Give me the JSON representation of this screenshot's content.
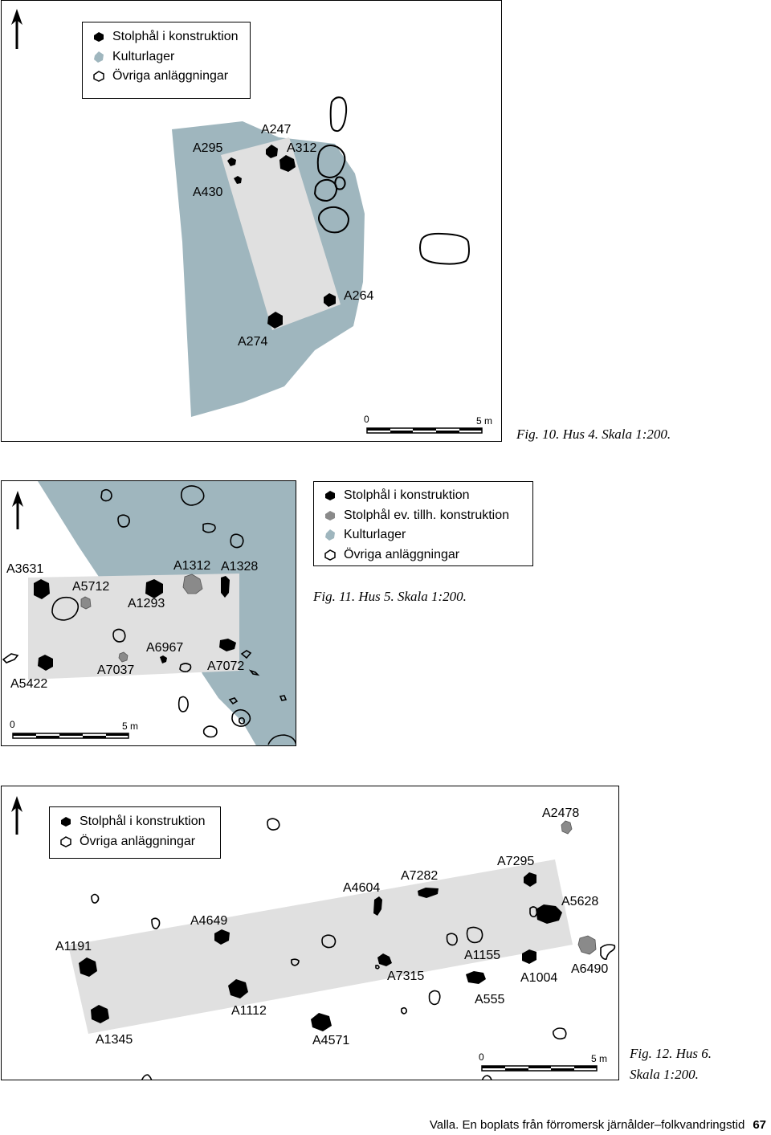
{
  "colors": {
    "kulturlager": "#9fb6be",
    "house_area": "#e0e0e0",
    "possible_post": "#8a8a8a",
    "post": "#000000"
  },
  "fig10": {
    "caption": "Fig. 10. Hus 4. Skala 1:200.",
    "legend": [
      {
        "icon": "filled-post-icon",
        "label": "Stolphål i konstruktion"
      },
      {
        "icon": "culture-layer-icon",
        "label": "Kulturlager"
      },
      {
        "icon": "outline-feature-icon",
        "label": "Övriga anläggningar"
      }
    ],
    "labels": {
      "A295": "A295",
      "A247": "A247",
      "A312": "A312",
      "A430": "A430",
      "A264": "A264",
      "A274": "A274"
    },
    "scale": {
      "start": "0",
      "end": "5 m"
    }
  },
  "fig11": {
    "caption": "Fig. 11. Hus 5. Skala 1:200.",
    "legend": [
      {
        "icon": "filled-post-icon",
        "label": "Stolphål i konstruktion"
      },
      {
        "icon": "grey-post-icon",
        "label": "Stolphål ev. tillh. konstruktion"
      },
      {
        "icon": "culture-layer-icon",
        "label": "Kulturlager"
      },
      {
        "icon": "outline-feature-icon",
        "label": "Övriga anläggningar"
      }
    ],
    "labels": {
      "A3631": "A3631",
      "A5712": "A5712",
      "A1312": "A1312",
      "A1328": "A1328",
      "A1293": "A1293",
      "A6967": "A6967",
      "A7037": "A7037",
      "A7072": "A7072",
      "A5422": "A5422"
    },
    "scale": {
      "start": "0",
      "end": "5 m"
    }
  },
  "fig12": {
    "caption_line1": "Fig. 12. Hus 6.",
    "caption_line2": "Skala 1:200.",
    "legend": [
      {
        "icon": "filled-post-icon",
        "label": "Stolphål i konstruktion"
      },
      {
        "icon": "outline-feature-icon",
        "label": "Övriga anläggningar"
      }
    ],
    "labels": {
      "A2478": "A2478",
      "A7295": "A7295",
      "A4604": "A4604",
      "A7282": "A7282",
      "A5628": "A5628",
      "A4649": "A4649",
      "A1191": "A1191",
      "A1155": "A1155",
      "A7315": "A7315",
      "A1004": "A1004",
      "A6490": "A6490",
      "A555": "A555",
      "A1112": "A1112",
      "A1345": "A1345",
      "A4571": "A4571"
    },
    "scale": {
      "start": "0",
      "end": "5 m"
    }
  },
  "footer": {
    "text": "Valla. En boplats från förromersk järnålder–folkvandringstid",
    "page": "67"
  }
}
